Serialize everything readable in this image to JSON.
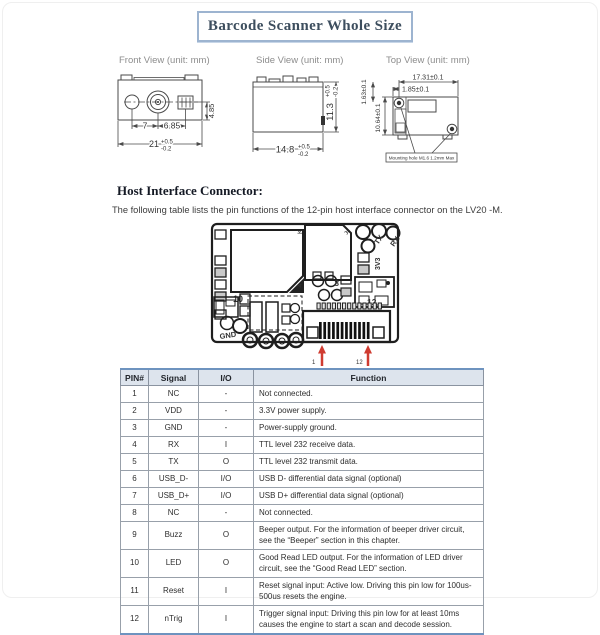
{
  "title": "Barcode Scanner Whole Size",
  "views": {
    "front": {
      "label": "Front View (unit: mm)",
      "dim_a": "7",
      "dim_b": "6.85",
      "dim_c": "4.85",
      "dim_width": "21",
      "tol_plus": "+0.5",
      "tol_minus": "-0.2"
    },
    "side": {
      "label": "Side View (unit: mm)",
      "dim_height": "11.3",
      "dim_depth": "14.8",
      "tol_plus": "+0.5",
      "tol_minus": "-0.2"
    },
    "top": {
      "label": "Top View (unit: mm)",
      "dim_width": "17.31±0.1",
      "dim_offset": "1.85±0.1",
      "dim_side_a": "1.63±0.1",
      "dim_side_b": "10.64±0.1",
      "note": "Mounting hole M1.6  1.2mm Max"
    }
  },
  "section": {
    "heading": "Host Interface Connector:",
    "description": "The following table lists the pin functions of the 12-pin host interface connector on the LV20 -M."
  },
  "pcb": {
    "labels": {
      "gnd": "GND",
      "tx": "TX",
      "rx": "RX",
      "v33": "3V3",
      "pin10": "10",
      "pin12": "12",
      "pin8": "8",
      "k": "K",
      "a": "A",
      "arrow_first": "1",
      "arrow_last": "12"
    }
  },
  "table": {
    "headers": [
      "PIN#",
      "Signal",
      "I/O",
      "Function"
    ],
    "rows": [
      {
        "pin": "1",
        "signal": "NC",
        "io": "-",
        "function": "Not connected."
      },
      {
        "pin": "2",
        "signal": "VDD",
        "io": "-",
        "function": "3.3V power supply."
      },
      {
        "pin": "3",
        "signal": "GND",
        "io": "-",
        "function": "Power-supply ground."
      },
      {
        "pin": "4",
        "signal": "RX",
        "io": "I",
        "function": "TTL level 232 receive data."
      },
      {
        "pin": "5",
        "signal": "TX",
        "io": "O",
        "function": "TTL level 232 transmit data."
      },
      {
        "pin": "6",
        "signal": "USB_D-",
        "io": "I/O",
        "function": "USB D- differential data signal (optional)"
      },
      {
        "pin": "7",
        "signal": "USB_D+",
        "io": "I/O",
        "function": "USB D+ differential data signal (optional)"
      },
      {
        "pin": "8",
        "signal": "NC",
        "io": "-",
        "function": "Not connected."
      },
      {
        "pin": "9",
        "signal": "Buzz",
        "io": "O",
        "function": "Beeper output. For the information of beeper driver circuit, see the “Beeper” section in this chapter."
      },
      {
        "pin": "10",
        "signal": "LED",
        "io": "O",
        "function": "Good Read LED output. For the information of LED driver circuit, see the “Good Read LED” section."
      },
      {
        "pin": "11",
        "signal": "Reset",
        "io": "I",
        "function": "Reset signal input: Active low. Driving this pin low for 100us-500us resets the engine."
      },
      {
        "pin": "12",
        "signal": "nTrig",
        "io": "I",
        "function": "Trigger signal input: Driving this pin low for at least 10ms causes the engine to start a scan and decode session."
      }
    ]
  },
  "colors": {
    "accent_border": "#9db4d0",
    "title_text": "#3d4e5e",
    "header_bg": "#dde4ed",
    "table_accent": "#6e93bf",
    "arrow_red": "#cf3b30"
  }
}
